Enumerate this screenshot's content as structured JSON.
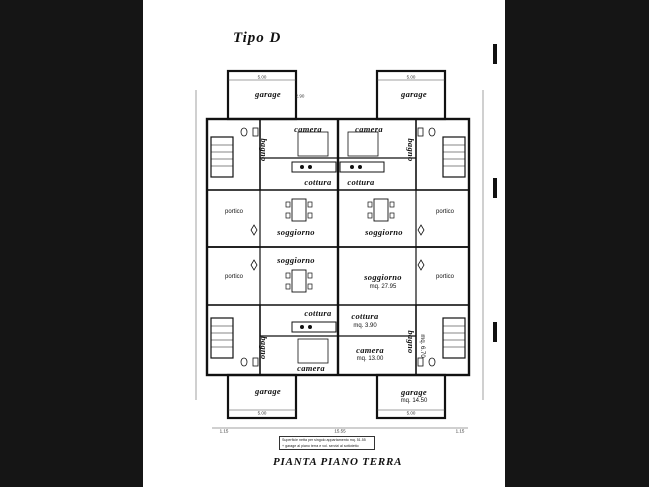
{
  "title": "Tipo D",
  "caption": "PIANTA PIANO TERRA",
  "note": {
    "line1": "Superficie netta per singolo appartamento mq. 51.55",
    "line2": "+ garage al piano terra e vol. servizi al sottotetto"
  },
  "rooms": {
    "garage": "garage",
    "camera": "camera",
    "bagno": "bagno",
    "cottura": "cottura",
    "soggiorno": "soggiorno",
    "portico": "portico"
  },
  "areas": {
    "soggiorno": "mq. 27.95",
    "cottura": "mq. 3.90",
    "camera": "mq. 13.00",
    "bagno": "mq. 6.70",
    "garage": "mq. 14.50"
  },
  "dimensions": {
    "garage_w": "5.00",
    "garage_d": "2.90",
    "side_left": "1.15",
    "total": "15.55",
    "side_right": "1.15"
  }
}
